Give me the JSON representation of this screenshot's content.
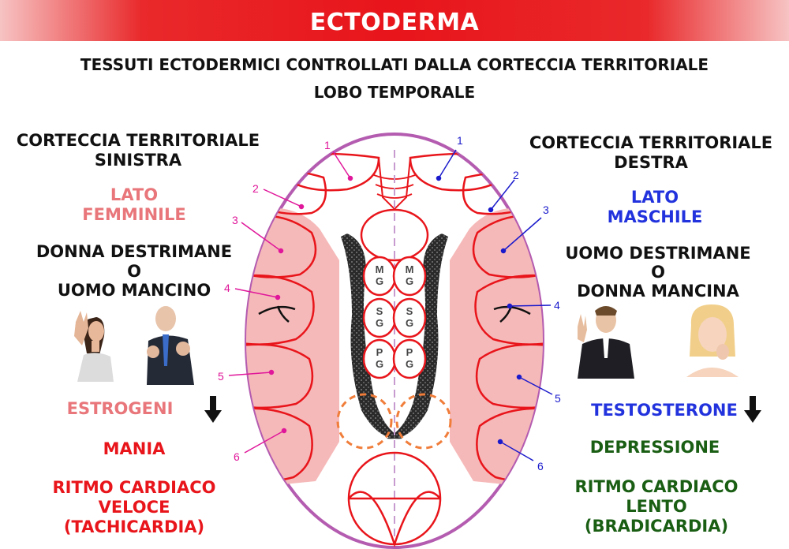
{
  "banner": {
    "title": "ECTODERMA"
  },
  "header": {
    "line1": "TESSUTI ECTODERMICI CONTROLLATI DALLA CORTECCIA TERRITORIALE",
    "line2": "LOBO TEMPORALE"
  },
  "left": {
    "cortex_line1": "CORTECCIA TERRITORIALE",
    "cortex_line2": "SINISTRA",
    "side_line1": "LATO",
    "side_line2": "FEMMINILE",
    "who_line1": "DONNA DESTRIMANE",
    "who_line2": "O",
    "who_line3": "UOMO MANCINO",
    "hormone": "ESTROGENI",
    "state": "MANIA",
    "heart_line1": "RITMO CARDIACO",
    "heart_line2": "VELOCE",
    "heart_line3": "(TACHICARDIA)",
    "color_side": "#e8767a",
    "color_state": "#e8151b"
  },
  "right": {
    "cortex_line1": "CORTECCIA TERRITORIALE",
    "cortex_line2": "DESTRA",
    "side_line1": "LATO",
    "side_line2": "MASCHILE",
    "who_line1": "UOMO DESTRIMANE",
    "who_line2": "O",
    "who_line3": "DONNA MANCINA",
    "hormone": "TESTOSTERONE",
    "state": "DEPRESSIONE",
    "heart_line1": "RITMO CARDIACO",
    "heart_line2": "LENTO",
    "heart_line3": "(BRADICARDIA)",
    "color_side": "#2233dd",
    "color_state": "#1a5e14"
  },
  "diagram": {
    "left_numbers": [
      "1",
      "2",
      "3",
      "4",
      "5",
      "6"
    ],
    "right_numbers": [
      "1",
      "2",
      "3",
      "4",
      "5",
      "6"
    ],
    "relays": [
      {
        "top": "M",
        "bottom": "G"
      },
      {
        "top": "S",
        "bottom": "G"
      },
      {
        "top": "P",
        "bottom": "G"
      }
    ],
    "left_label_color": "#e0179a",
    "right_label_color": "#1a1acc"
  }
}
